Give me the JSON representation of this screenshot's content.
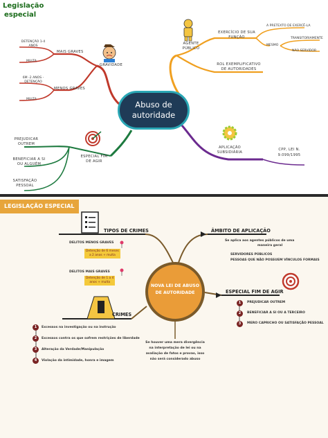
{
  "top_map": {
    "header": {
      "line1": "Legislação",
      "line2": "especial"
    },
    "center": {
      "line1": "Abuso de",
      "line2": "autoridade"
    },
    "agente": {
      "label1": "AGENTE",
      "label2": "PÚBLICO",
      "exercicio1": "EXERCÍCIO DE SUA",
      "exercicio2": "FUNÇÃO",
      "pretexto": "A PRETEXTO DE EXERCÊ-LA",
      "mesmo": "MESMO",
      "transitoriamente": "TRANSITORIAMENTE",
      "sem_servidor": "NÃO SERVIDOR",
      "rol1": "ROL EXEMPLIFICATIVO",
      "rol2": "DE AUTORIDADES"
    },
    "gravidade": {
      "label": "GRAVIDADE",
      "mais_graves": "MAIS GRAVES",
      "detencao_mais1": "DETENÇÃO 1-4",
      "detencao_mais2": "ANOS",
      "multa1": "MULTA",
      "menos_graves": "MENOS GRAVES",
      "detencao_menos1": "6M -2 ANOS -",
      "detencao_menos2": "DETENÇÃO",
      "multa2": "MULTA"
    },
    "fim": {
      "label1": "ESPECIAL FIM",
      "label2": "DE AGIR",
      "prejudicar1": "PREJUDICAR",
      "prejudicar2": "OUTREM",
      "beneficiar1": "BENEFICIAR A SI",
      "beneficiar2": "OU ALGUÉM",
      "satisfacao1": "SATISFAÇÃO",
      "satisfacao2": "PESSOAL"
    },
    "aplicacao": {
      "label1": "APLICAÇÃO",
      "label2": "SUBSIDIÁRIA",
      "cpp1": "CPP, LEI N.",
      "cpp2": "9.099/1995"
    }
  },
  "bottom_map": {
    "header": "LEGISLAÇÃO ESPECIAL",
    "center": {
      "line1": "NOVA LEI DE ABUSO",
      "line2": "DE AUTORIDADE"
    },
    "tipos": {
      "title": "TIPOS DE CRIMES",
      "menos_graves_label": "DELITOS MENOS GRAVES",
      "menos_graves_pena1": "Detenção de 6 meses",
      "menos_graves_pena2": "a 2 anos + multa",
      "mais_graves_label": "DELITOS MAIS GRAVES",
      "mais_graves_pena1": "Detenção de 1 a 4",
      "mais_graves_pena2": "anos + multa"
    },
    "ambito": {
      "title": "ÂMBITO DE APLICAÇÃO",
      "line1": "Se aplica aos agentes públicos de uma",
      "line2": "maneira geral",
      "line3": "SERVIDORES PÚBLICOS",
      "line4": "PESSOAS QUE NÃO POSSUEM VÍNCULOS FORMAIS"
    },
    "fim": {
      "title": "ESPECIAL FIM DE AGIR",
      "items": [
        {
          "n": "1",
          "text": "PREJUDICAR OUTREM"
        },
        {
          "n": "2",
          "text": "BENEFICIAR A SI OU A TERCEIRO"
        },
        {
          "n": "3",
          "text": "MERO CAPRICHO OU SATISFAÇÃO PESSOAL"
        }
      ]
    },
    "crimes": {
      "title": "CRIMES",
      "items": [
        {
          "n": "1",
          "text": "Excessos na investigação ou na instrução"
        },
        {
          "n": "2",
          "text": "Excessos contra os que sofrem restrições de liberdade"
        },
        {
          "n": "3",
          "text": "Alteração da Verdade/Manipulação"
        },
        {
          "n": "4",
          "text": "Violação da intimidade, honra e imagem"
        }
      ]
    },
    "note": {
      "line1": "Se houver uma mera divergência",
      "line2": "na interpretação de lei ou na",
      "line3": "avaliação de fatos e provas, isso",
      "line4": "não será considerado abuso"
    }
  },
  "colors": {
    "center_fill": "#1f3b57",
    "center_border": "#2aa7b5",
    "gravidade_branch": "#c0392b",
    "agente_branch": "#f0a020",
    "fim_branch": "#1d7a3f",
    "aplicacao_branch": "#6b2a8f",
    "header_box": "#e7a53b",
    "center_circle": "#ea9c38",
    "bullet": "#7a2424"
  }
}
